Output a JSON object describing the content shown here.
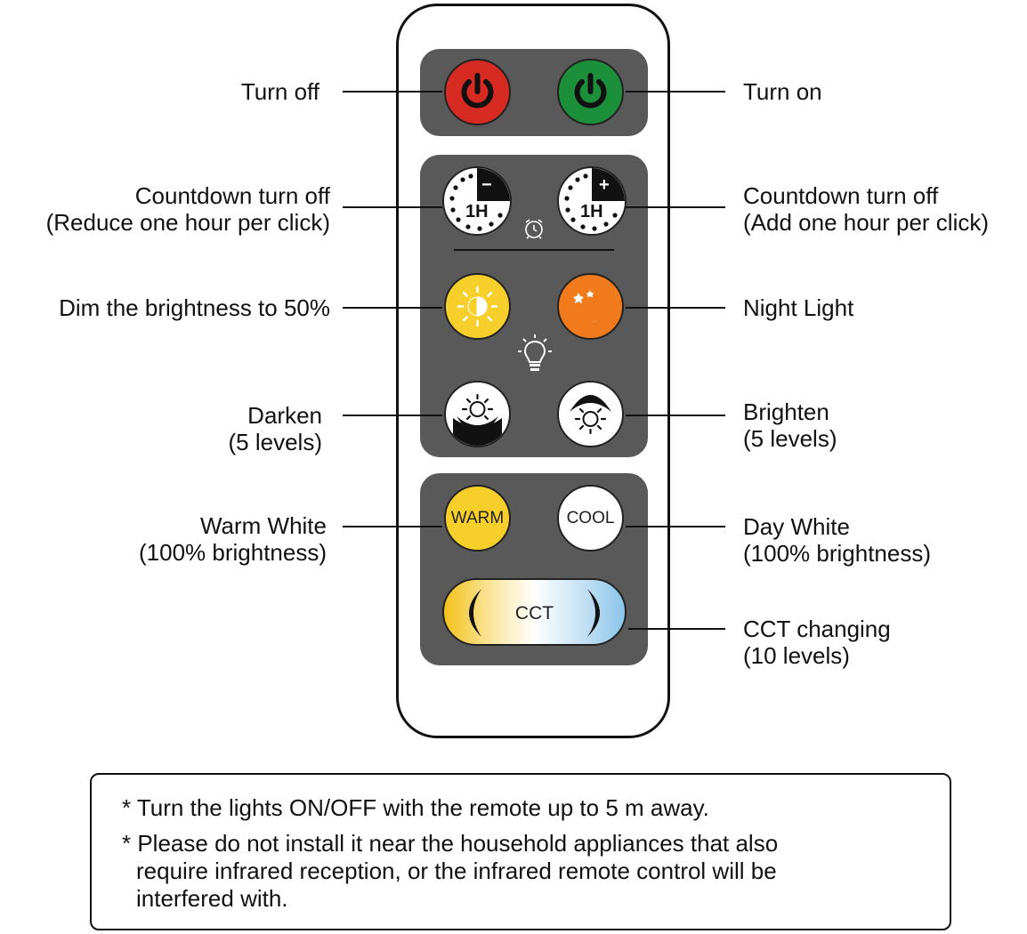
{
  "labels": {
    "turn_off": "Turn off",
    "turn_on": "Turn on",
    "countdown_left": [
      "Countdown turn off",
      "(Reduce one hour per click)"
    ],
    "countdown_right": [
      "Countdown turn off",
      "(Add one hour per click)"
    ],
    "dim": "Dim the brightness to 50%",
    "night": "Night Light",
    "darken": [
      "Darken",
      "(5 levels)"
    ],
    "brighten": [
      "Brighten",
      "(5 levels)"
    ],
    "warm": [
      "Warm White",
      "(100% brightness)"
    ],
    "day": [
      "Day White",
      "(100% brightness)"
    ],
    "cct_changing": [
      "CCT changing",
      "(10 levels)"
    ]
  },
  "buttons": {
    "timer_minus_text": "1H",
    "timer_minus_sign": "−",
    "timer_plus_text": "1H",
    "timer_plus_sign": "+",
    "warm": "WARM",
    "cool": "COOL",
    "cct": "CCT"
  },
  "colors": {
    "off_red": "#d62a22",
    "on_green": "#1c8f3a",
    "dim_yellow": "#f6cf2a",
    "night_orange": "#f07a1c",
    "panel_gray": "#595959"
  },
  "notes": [
    "* Turn the lights ON/OFF with the remote up to 5 m away.",
    "* Please do not install it near the household appliances that also",
    "require infrared reception, or the infrared remote control will be",
    "interfered with."
  ]
}
